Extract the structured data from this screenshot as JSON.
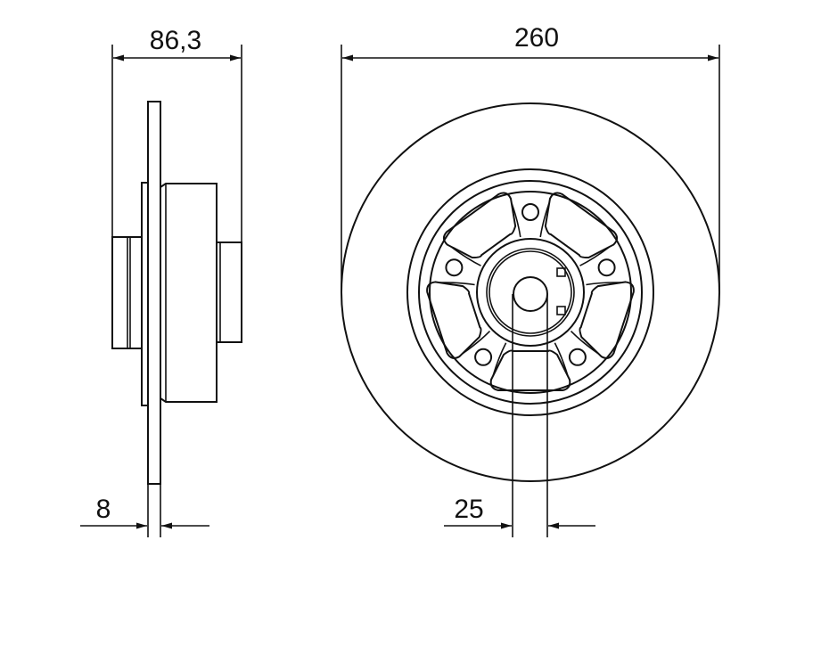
{
  "dimensions": {
    "overall_width": "86,3",
    "disc_thickness": "8",
    "diameter": "260",
    "center_bore": "25"
  },
  "colors": {
    "line": "#111111",
    "background": "#ffffff"
  }
}
